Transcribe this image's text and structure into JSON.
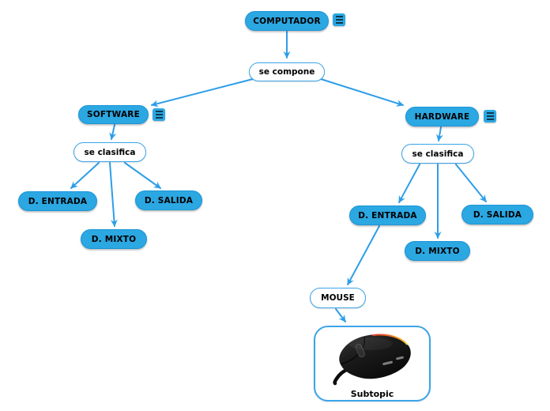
{
  "app": {
    "type": "mind-map-canvas",
    "background": "#ffffff"
  },
  "colors": {
    "topic_fill": "#2BA7E2",
    "topic_border": "#1B97D8",
    "relationship_border": "#3AA4E8",
    "edge": "#2D9EE8",
    "text": "#000000",
    "menu_icon_bars": "#10384F"
  },
  "icons": {
    "topic_menu": "hamburger-menu-icon"
  },
  "nodes": [
    {
      "id": "computador",
      "label": "COMPUTADOR",
      "style": "topic",
      "has_menu": true
    },
    {
      "id": "se-compone",
      "label": "se compone",
      "style": "relationship",
      "has_menu": false
    },
    {
      "id": "software",
      "label": "SOFTWARE",
      "style": "topic",
      "has_menu": true
    },
    {
      "id": "hardware",
      "label": "HARDWARE",
      "style": "topic",
      "has_menu": true
    },
    {
      "id": "se-clasifica-left",
      "label": "se clasifica",
      "style": "relationship",
      "has_menu": false
    },
    {
      "id": "d-entrada-left",
      "label": "D. ENTRADA",
      "style": "topic",
      "has_menu": false
    },
    {
      "id": "d-salida-left",
      "label": "D. SALIDA",
      "style": "topic",
      "has_menu": false
    },
    {
      "id": "d-mixto-left",
      "label": "D. MIXTO",
      "style": "topic",
      "has_menu": false
    },
    {
      "id": "se-clasifica-right",
      "label": "se clasifica",
      "style": "relationship",
      "has_menu": false
    },
    {
      "id": "d-entrada-right",
      "label": "D. ENTRADA",
      "style": "topic",
      "has_menu": false
    },
    {
      "id": "d-salida-right",
      "label": "D. SALIDA",
      "style": "topic",
      "has_menu": false
    },
    {
      "id": "d-mixto-right",
      "label": "D. MIXTO",
      "style": "topic",
      "has_menu": false
    },
    {
      "id": "mouse",
      "label": "MOUSE",
      "style": "relationship",
      "has_menu": false
    },
    {
      "id": "subtopic",
      "label": "Subtopic",
      "style": "image-topic",
      "has_menu": false,
      "image": "black-gaming-mouse-with-orange-accent"
    }
  ],
  "edges": [
    {
      "from": "computador",
      "to": "se-compone"
    },
    {
      "from": "se-compone",
      "to": "software"
    },
    {
      "from": "se-compone",
      "to": "hardware"
    },
    {
      "from": "software",
      "to": "se-clasifica-left"
    },
    {
      "from": "se-clasifica-left",
      "to": "d-entrada-left"
    },
    {
      "from": "se-clasifica-left",
      "to": "d-mixto-left"
    },
    {
      "from": "se-clasifica-left",
      "to": "d-salida-left"
    },
    {
      "from": "hardware",
      "to": "se-clasifica-right"
    },
    {
      "from": "se-clasifica-right",
      "to": "d-entrada-right"
    },
    {
      "from": "se-clasifica-right",
      "to": "d-mixto-right"
    },
    {
      "from": "se-clasifica-right",
      "to": "d-salida-right"
    },
    {
      "from": "d-entrada-right",
      "to": "mouse"
    },
    {
      "from": "mouse",
      "to": "subtopic"
    }
  ]
}
